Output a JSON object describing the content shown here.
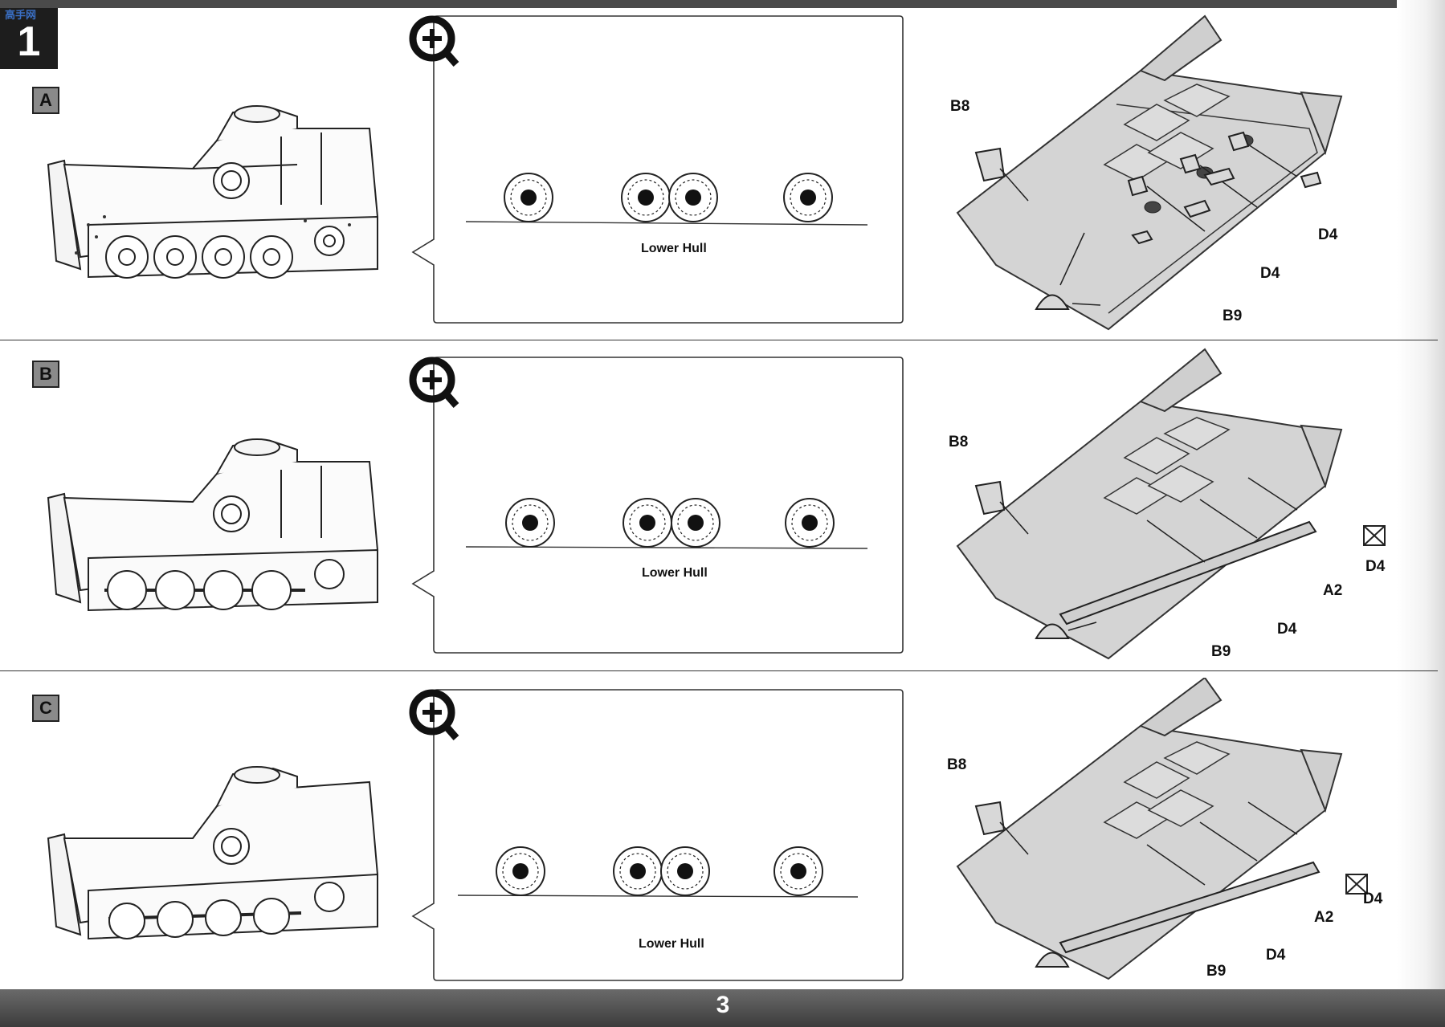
{
  "header": {
    "step_number": "1",
    "watermark": "高手网"
  },
  "sections": [
    {
      "letter": "A",
      "detail_label": "Lower Hull",
      "parts": {
        "b8": "B8",
        "b9": "B9",
        "d4_a": "D4",
        "d4_b": "D4"
      }
    },
    {
      "letter": "B",
      "detail_label": "Lower Hull",
      "parts": {
        "b8": "B8",
        "b9": "B9",
        "d4_a": "D4",
        "d4_b": "D4",
        "a2": "A2"
      }
    },
    {
      "letter": "C",
      "detail_label": "Lower Hull",
      "parts": {
        "b8": "B8",
        "b9": "B9",
        "d4_a": "D4",
        "d4_b": "D4",
        "a2": "A2"
      }
    }
  ],
  "footer": {
    "page_number": "3"
  },
  "icons": [
    "zoom-in-icon",
    "paint-x-icon"
  ]
}
